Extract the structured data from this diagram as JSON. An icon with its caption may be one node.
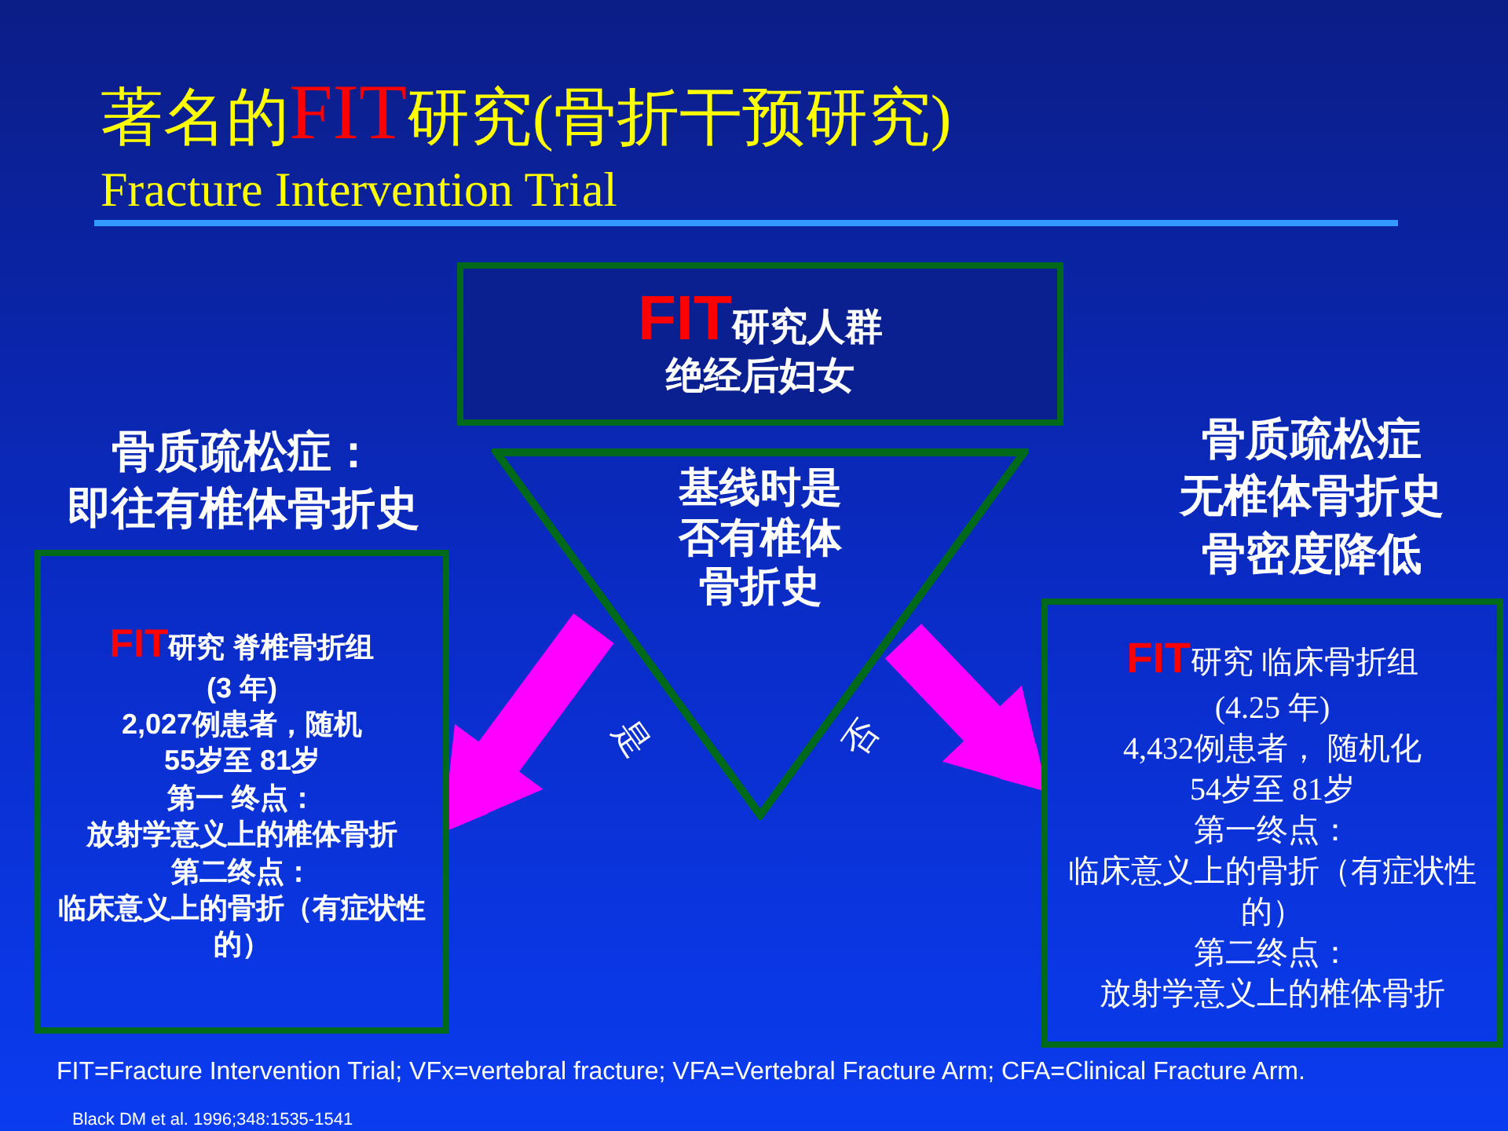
{
  "diagram": {
    "title": "著名的**FIT**研究(骨折干预研究)",
    "nodes": [
      {
        "text": [
          "**FIT**研究人群",
          "绝经后妇女"
        ]
      },
      {
        "text": [
          "基线时是否有椎体骨折史"
        ]
      },
      {
        "text": [
          "**FIT**研究 脊椎骨折组",
          "(3 年)",
          "2,027例患者，随机",
          "55岁至 81岁",
          "第一 终点：",
          "放射学意义上的椎体骨折",
          "第二终点：",
          "临床意义上的骨折（有症状性的）"
        ],
        "beside": [
          "骨质疏松症：",
          "即往有椎体骨折史"
        ]
      },
      {
        "text": [
          "**FIT**研究 临床骨折组",
          "(4.25 年)",
          "4,432例患者， 随机化",
          "54岁至 81岁",
          "第一终点：",
          "临床意义上的骨折（有症状性的）",
          "第二终点：",
          "放射学意义上的椎体骨折"
        ],
        "beside": [
          "骨质疏松症",
          "无椎体骨折史",
          "骨密度降低"
        ]
      }
    ],
    "edges": [
      {
        "from": 1,
        "to": 2,
        "arrow": "to",
        "label": "是"
      },
      {
        "from": 1,
        "to": 3,
        "arrow": "to",
        "label": "否"
      }
    ],
    "labels": [
      "Fracture Intervention Trial",
      "FIT=Fracture Intervention Trial; VFx=vertebral fracture; VFA=Vertebral Fracture Arm; CFA=Clinical Fracture Arm.",
      "Black DM et al. 1996;348:1535-1541"
    ]
  }
}
